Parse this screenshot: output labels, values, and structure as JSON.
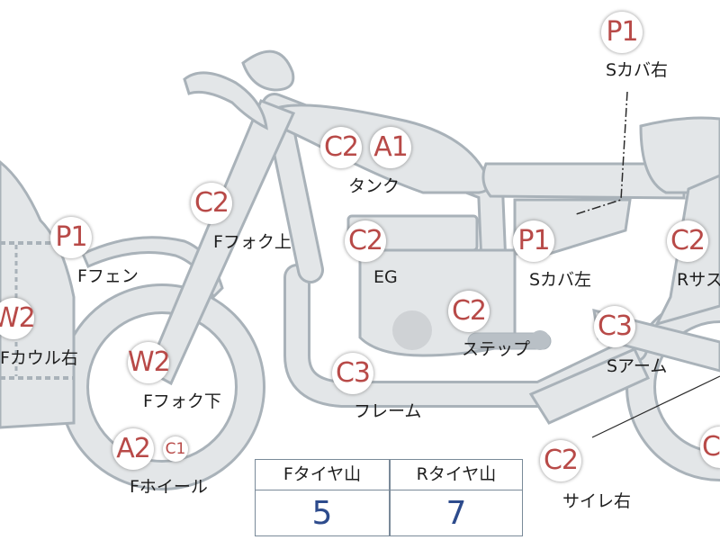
{
  "parts": [
    {
      "id": "s-cover-right",
      "code": "P1",
      "label": "Sカバ右"
    },
    {
      "id": "tank",
      "codes": [
        "C2",
        "A1"
      ],
      "label": "タンク"
    },
    {
      "id": "front-fork-upper",
      "code": "C2",
      "label": "Fフォク上"
    },
    {
      "id": "front-fender",
      "code": "P1",
      "label": "Fフェン"
    },
    {
      "id": "engine",
      "code": "C2",
      "label": "EG"
    },
    {
      "id": "s-cover-left",
      "code": "P1",
      "label": "Sカバ左"
    },
    {
      "id": "rear-suspension",
      "code": "C2",
      "label": "Rサス"
    },
    {
      "id": "front-cowl-right",
      "code": "W2",
      "label": "Fカウル右"
    },
    {
      "id": "step",
      "code": "C2",
      "label": "ステップ"
    },
    {
      "id": "swing-arm",
      "code": "C3",
      "label": "Sアーム"
    },
    {
      "id": "front-fork-lower",
      "code": "W2",
      "label": "Fフォク下"
    },
    {
      "id": "frame",
      "code": "C3",
      "label": "フレーム"
    },
    {
      "id": "front-wheel",
      "codes": [
        "A2",
        "C1"
      ],
      "label": "Fホイール"
    },
    {
      "id": "muffler-right",
      "code": "C2",
      "label": "サイレ右"
    },
    {
      "id": "rear-wheel",
      "code": "C"
    }
  ],
  "tread_table": {
    "headers": [
      "Fタイヤ山",
      "Rタイヤ山"
    ],
    "values": [
      "5",
      "7"
    ]
  },
  "colors": {
    "badge_text": "#b84a48",
    "part_fill": "#e3e6e8",
    "part_outline": "#a9b2b9",
    "tread_value": "#2d4b8c"
  }
}
